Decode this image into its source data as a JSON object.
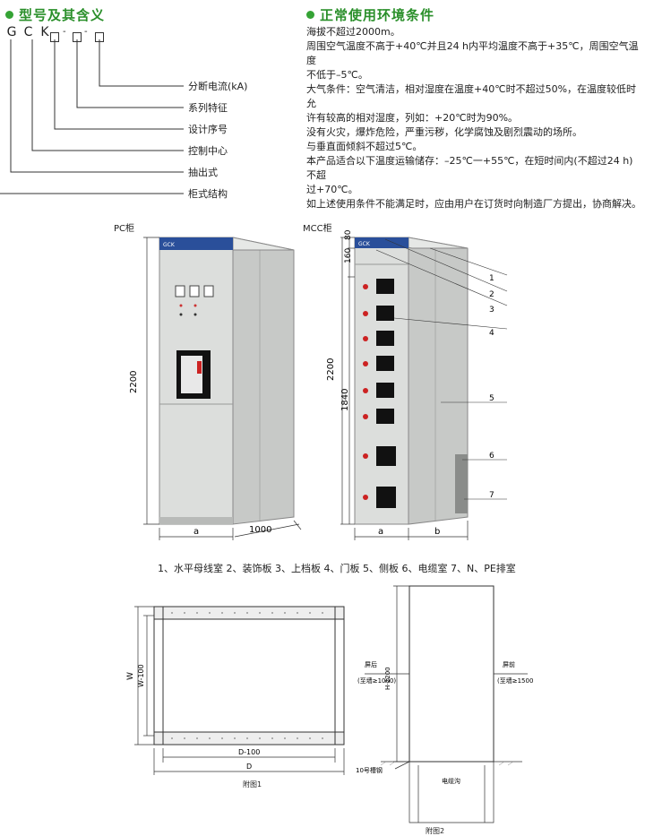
{
  "left_section": {
    "title": "型号及其含义",
    "code": [
      "G",
      "C",
      "K",
      "-",
      "-"
    ],
    "legend": [
      "分断电流(kA)",
      "系列特征",
      "设计序号",
      "控制中心",
      "抽出式",
      "柜式结构"
    ]
  },
  "right_section": {
    "title": "正常使用环境条件",
    "conditions": [
      "海拔不超过2000m。",
      "周围空气温度不高于+40℃并且24 h内平均温度不高于+35℃，周围空气温度",
      "不低于–5℃。",
      "大气条件：空气清洁，相对湿度在温度+40℃时不超过50%，在温度较低时允",
      "许有较高的相对湿度，列如：+20℃时为90%。",
      "没有火灾，爆炸危险，严重污秽，化学腐蚀及剧烈震动的场所。",
      "与垂直面倾斜不超过5℃。",
      "本产品适合以下温度运输储存：–25℃一+55℃，在短时间内(不超过24 h)不超",
      "过+70℃。",
      "如上述使用条件不能满足时，应由用户在订货时向制造厂方提出，协商解决。"
    ]
  },
  "pc_cabinet": {
    "label": "PC柜",
    "logo": "GCK",
    "dim_height": "2200",
    "dim_width": "a",
    "dim_depth": "1000"
  },
  "mcc_cabinet": {
    "label": "MCC柜",
    "logo": "GCK",
    "dim_80": "80",
    "dim_160": "160",
    "dim_2200": "2200",
    "dim_1840": "1840",
    "dim_a": "a",
    "dim_b": "b",
    "callouts": [
      "1",
      "2",
      "3",
      "4",
      "5",
      "6",
      "7"
    ]
  },
  "parts_caption": "1、水平母线室 2、装饰板 3、上档板 4、门板 5、侧板 6、电缆室 7、N、PE排室",
  "figure1": {
    "dim_w": "W",
    "dim_w100": "W-100",
    "dim_d100": "D-100",
    "dim_d": "D",
    "caption": "附图1"
  },
  "figure2": {
    "dim_h": "H-2200",
    "rear_label": "屏后",
    "rear_note": "(至墙≥1000)",
    "front_label": "屏前",
    "front_note": "(至墙≥1500)",
    "channel_label": "10号槽钢",
    "trench_label": "电缆沟",
    "caption": "附图2"
  },
  "colors": {
    "heading_green": "#2a8f2a",
    "cabinet_top": "#2a4f9a",
    "cabinet_body": "#d9dbd9",
    "cabinet_side": "#c4c6c4"
  }
}
